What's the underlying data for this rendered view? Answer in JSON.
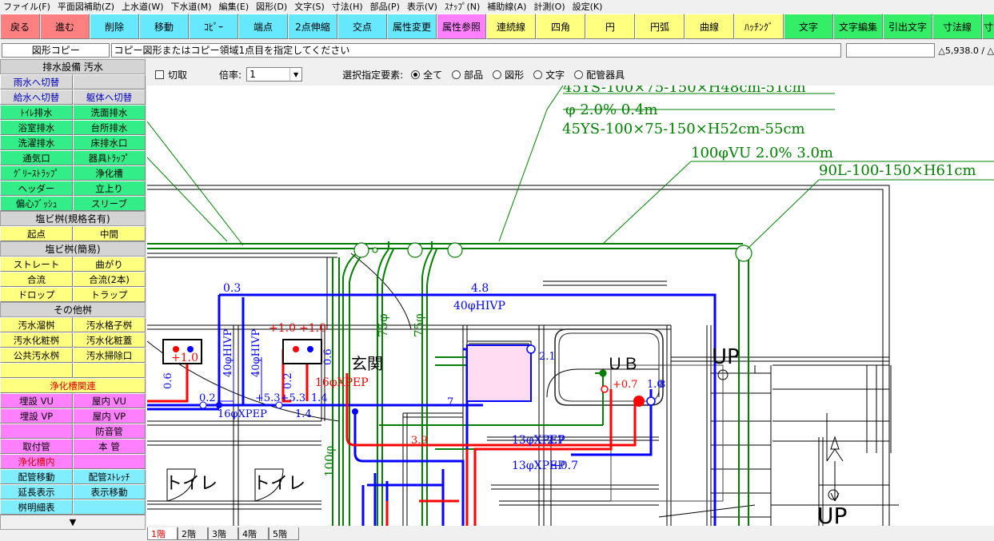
{
  "menu": [
    "ファイル(F)",
    "平面図補助(Z)",
    "上水道(W)",
    "下水道(M)",
    "編集(E)",
    "図形(D)",
    "文字(S)",
    "寸法(H)",
    "部品(P)",
    "表示(V)",
    "ｽﾅｯﾌﾟ(N)",
    "補助線(A)",
    "計測(O)",
    "設定(K)"
  ],
  "toolbar": [
    {
      "label": "戻る",
      "color": "#ff8080"
    },
    {
      "label": "進む",
      "color": "#ff8080"
    },
    {
      "label": "削除",
      "color": "#66e8ff"
    },
    {
      "label": "移動",
      "color": "#66e8ff"
    },
    {
      "label": "ｺﾋﾟｰ",
      "color": "#66e8ff"
    },
    {
      "label": "端点",
      "color": "#66e8ff"
    },
    {
      "label": "2点伸縮",
      "color": "#66e8ff"
    },
    {
      "label": "交点",
      "color": "#66e8ff"
    },
    {
      "label": "属性変更",
      "color": "#66e8ff"
    },
    {
      "label": "属性参照",
      "color": "#ff80ff"
    },
    {
      "label": "連続線",
      "color": "#ffff80"
    },
    {
      "label": "四角",
      "color": "#ffff80"
    },
    {
      "label": "円",
      "color": "#ffff80"
    },
    {
      "label": "円弧",
      "color": "#ffff80"
    },
    {
      "label": "曲線",
      "color": "#ffff80"
    },
    {
      "label": "ﾊｯﾁﾝｸﾞ",
      "color": "#ffff80"
    },
    {
      "label": "文字",
      "color": "#33ee66"
    },
    {
      "label": "文字編集",
      "color": "#33ee66"
    },
    {
      "label": "引出文字",
      "color": "#33ee66"
    },
    {
      "label": "寸法線",
      "color": "#33ee66"
    },
    {
      "label": "寸法編",
      "color": "#33ee66"
    }
  ],
  "command": {
    "name": "図形コピー",
    "prompt": "コピー図形またはコピー領域1点目を指定してください",
    "coord": "△5,938.0 / △"
  },
  "panel": {
    "title": "排水設備 汚水",
    "rows1": [
      [
        {
          "label": "雨水へ切替",
          "color": "#d8d8d8",
          "fg": "#0000c0"
        },
        {
          "label": "",
          "color": "#d8d8d8",
          "fg": "#000"
        }
      ],
      [
        {
          "label": "給水へ切替",
          "color": "#d8d8d8",
          "fg": "#0000c0"
        },
        {
          "label": "躯体へ切替",
          "color": "#d8d8d8",
          "fg": "#0000c0"
        }
      ],
      [
        {
          "label": "ﾄｲﾚ排水",
          "color": "#33ee88",
          "fg": "#000"
        },
        {
          "label": "洗面排水",
          "color": "#33ee88",
          "fg": "#000"
        }
      ],
      [
        {
          "label": "浴室排水",
          "color": "#33ee88",
          "fg": "#000"
        },
        {
          "label": "台所排水",
          "color": "#33ee88",
          "fg": "#000"
        }
      ],
      [
        {
          "label": "洗濯排水",
          "color": "#33ee88",
          "fg": "#000"
        },
        {
          "label": "床排水口",
          "color": "#33ee88",
          "fg": "#000"
        }
      ],
      [
        {
          "label": "通気口",
          "color": "#33ee88",
          "fg": "#000"
        },
        {
          "label": "器具ﾄﾗｯﾌﾟ",
          "color": "#33ee88",
          "fg": "#000"
        }
      ],
      [
        {
          "label": "ｸﾞﾘｰｽﾄﾗｯﾌﾟ",
          "color": "#33ee88",
          "fg": "#000"
        },
        {
          "label": "浄化槽",
          "color": "#33ee88",
          "fg": "#000"
        }
      ],
      [
        {
          "label": "ヘッダー",
          "color": "#33ee88",
          "fg": "#000"
        },
        {
          "label": "立上り",
          "color": "#33ee88",
          "fg": "#000"
        }
      ],
      [
        {
          "label": "偏心ﾌﾞｯｼｭ",
          "color": "#33ee88",
          "fg": "#000"
        },
        {
          "label": "スリーブ",
          "color": "#33ee88",
          "fg": "#000"
        }
      ]
    ],
    "head2": "塩ビ桝(規格名有)",
    "rows2": [
      [
        {
          "label": "起点",
          "color": "#ffff80",
          "fg": "#000"
        },
        {
          "label": "中間",
          "color": "#ffff80",
          "fg": "#000"
        }
      ]
    ],
    "head3": "塩ビ桝(簡易)",
    "rows3": [
      [
        {
          "label": "ストレート",
          "color": "#ffff80",
          "fg": "#000"
        },
        {
          "label": "曲がり",
          "color": "#ffff80",
          "fg": "#000"
        }
      ],
      [
        {
          "label": "合流",
          "color": "#ffff80",
          "fg": "#000"
        },
        {
          "label": "合流(2本)",
          "color": "#ffff80",
          "fg": "#000"
        }
      ],
      [
        {
          "label": "ドロップ",
          "color": "#ffff80",
          "fg": "#000"
        },
        {
          "label": "トラップ",
          "color": "#ffff80",
          "fg": "#000"
        }
      ]
    ],
    "head4": "その他桝",
    "rows4": [
      [
        {
          "label": "汚水溜桝",
          "color": "#ffff80",
          "fg": "#000"
        },
        {
          "label": "汚水格子桝",
          "color": "#ffff80",
          "fg": "#000"
        }
      ],
      [
        {
          "label": "汚水化粧桝",
          "color": "#ffff80",
          "fg": "#000"
        },
        {
          "label": "汚水化粧蓋",
          "color": "#ffff80",
          "fg": "#000"
        }
      ],
      [
        {
          "label": "公共汚水桝",
          "color": "#ffff80",
          "fg": "#000"
        },
        {
          "label": "汚水掃除口",
          "color": "#ffff80",
          "fg": "#000"
        }
      ],
      [
        {
          "label": "",
          "color": "#ffff80",
          "fg": "#000"
        },
        {
          "label": "",
          "color": "#ffff80",
          "fg": "#000"
        }
      ],
      [
        {
          "label": "浄化槽関連",
          "color": "#ffff80",
          "fg": "#e00000",
          "wide": true
        }
      ],
      [
        {
          "label": "埋設 VU",
          "color": "#ff80ff",
          "fg": "#000"
        },
        {
          "label": "屋内 VU",
          "color": "#ff80ff",
          "fg": "#000"
        }
      ],
      [
        {
          "label": "埋設 VP",
          "color": "#ff80ff",
          "fg": "#000"
        },
        {
          "label": "屋内 VP",
          "color": "#ff80ff",
          "fg": "#000"
        }
      ],
      [
        {
          "label": "",
          "color": "#ff80ff",
          "fg": "#000"
        },
        {
          "label": "防音管",
          "color": "#ff80ff",
          "fg": "#000"
        }
      ],
      [
        {
          "label": "取付管",
          "color": "#ff80ff",
          "fg": "#000"
        },
        {
          "label": "本 管",
          "color": "#ff80ff",
          "fg": "#000"
        }
      ],
      [
        {
          "label": "浄化槽内",
          "color": "#ff80ff",
          "fg": "#e00000"
        },
        {
          "label": "",
          "color": "#ff80ff",
          "fg": "#000"
        }
      ],
      [
        {
          "label": "配管移動",
          "color": "#80eeff",
          "fg": "#000"
        },
        {
          "label": "配管ｽﾄﾚｯﾁ",
          "color": "#80eeff",
          "fg": "#000"
        }
      ],
      [
        {
          "label": "延長表示",
          "color": "#80eeff",
          "fg": "#000"
        },
        {
          "label": "表示移動",
          "color": "#80eeff",
          "fg": "#000"
        }
      ],
      [
        {
          "label": "桝明細表",
          "color": "#80eeff",
          "fg": "#000"
        },
        {
          "label": "",
          "color": "#80eeff",
          "fg": "#000"
        }
      ]
    ],
    "scroll_down": "▼"
  },
  "options": {
    "cut_label": "切取",
    "zoom_label": "倍率:",
    "zoom_value": "1",
    "select_label": "選択指定要素:",
    "radios": [
      {
        "label": "全て",
        "on": true
      },
      {
        "label": "部品",
        "on": false
      },
      {
        "label": "図形",
        "on": false
      },
      {
        "label": "文字",
        "on": false
      },
      {
        "label": "配管器具",
        "on": false
      }
    ]
  },
  "drawing": {
    "green_labels": [
      {
        "text": "45YS-100×75-150×H48cm-51cm",
        "id": "lbl-1"
      },
      {
        "text": "φ 2.0% 0.4m",
        "id": "lbl-2"
      },
      {
        "text": "45YS-100×75-150×H52cm-55cm",
        "id": "lbl-3"
      },
      {
        "text": "100φVU 2.0% 3.0m",
        "id": "lbl-4"
      },
      {
        "text": "90L-100-150×H61cm",
        "id": "lbl-5"
      },
      {
        "text": "75φ",
        "id": "lbl-6"
      },
      {
        "text": "75φ",
        "id": "lbl-7"
      },
      {
        "text": "100φ",
        "id": "lbl-8"
      }
    ],
    "blue_labels": [
      {
        "text": "0.3",
        "id": "b1"
      },
      {
        "text": "4.8",
        "id": "b2"
      },
      {
        "text": "40φHIVP",
        "id": "b3"
      },
      {
        "text": "40φHIVP",
        "id": "b4"
      },
      {
        "text": "40φHIVP",
        "id": "b5"
      },
      {
        "text": "0.6",
        "id": "b6"
      },
      {
        "text": "0.6",
        "id": "b7"
      },
      {
        "text": "0.2",
        "id": "b8"
      },
      {
        "text": "0.2",
        "id": "b9"
      },
      {
        "text": "+5.3+5.3",
        "id": "b10"
      },
      {
        "text": "16φXPEP",
        "id": "b11"
      },
      {
        "text": "1.4",
        "id": "b12"
      },
      {
        "text": "1.4",
        "id": "b13"
      },
      {
        "text": "2.1",
        "id": "b14"
      },
      {
        "text": "13φXPEP",
        "id": "b15"
      },
      {
        "text": "2.7",
        "id": "b16"
      },
      {
        "text": "13φXPEP",
        "id": "b17"
      },
      {
        "text": "+0.7",
        "id": "b18"
      },
      {
        "text": "1.0",
        "id": "b19"
      },
      {
        "text": "8",
        "id": "b20"
      },
      {
        "text": "7",
        "id": "b21"
      }
    ],
    "red_labels": [
      {
        "text": "+1.0",
        "id": "r1"
      },
      {
        "text": "+1.0",
        "id": "r2"
      },
      {
        "text": "+1.0",
        "id": "r3"
      },
      {
        "text": "16φXPEP",
        "id": "r4"
      },
      {
        "text": "+0.7",
        "id": "r5"
      },
      {
        "text": "3.9",
        "id": "r6"
      }
    ],
    "room_labels": [
      {
        "text": "玄関"
      },
      {
        "text": "ＵＢ"
      },
      {
        "text": "トイレ"
      },
      {
        "text": "トイレ"
      },
      {
        "text": "UP"
      },
      {
        "text": "UP"
      }
    ],
    "colors": {
      "green": "#008000",
      "blue": "#0000ff",
      "red": "#ff0000",
      "black": "#000000"
    }
  },
  "floors": [
    {
      "label": "1階",
      "active": true
    },
    {
      "label": "2階",
      "active": false
    },
    {
      "label": "3階",
      "active": false
    },
    {
      "label": "4階",
      "active": false
    },
    {
      "label": "5階",
      "active": false
    }
  ]
}
